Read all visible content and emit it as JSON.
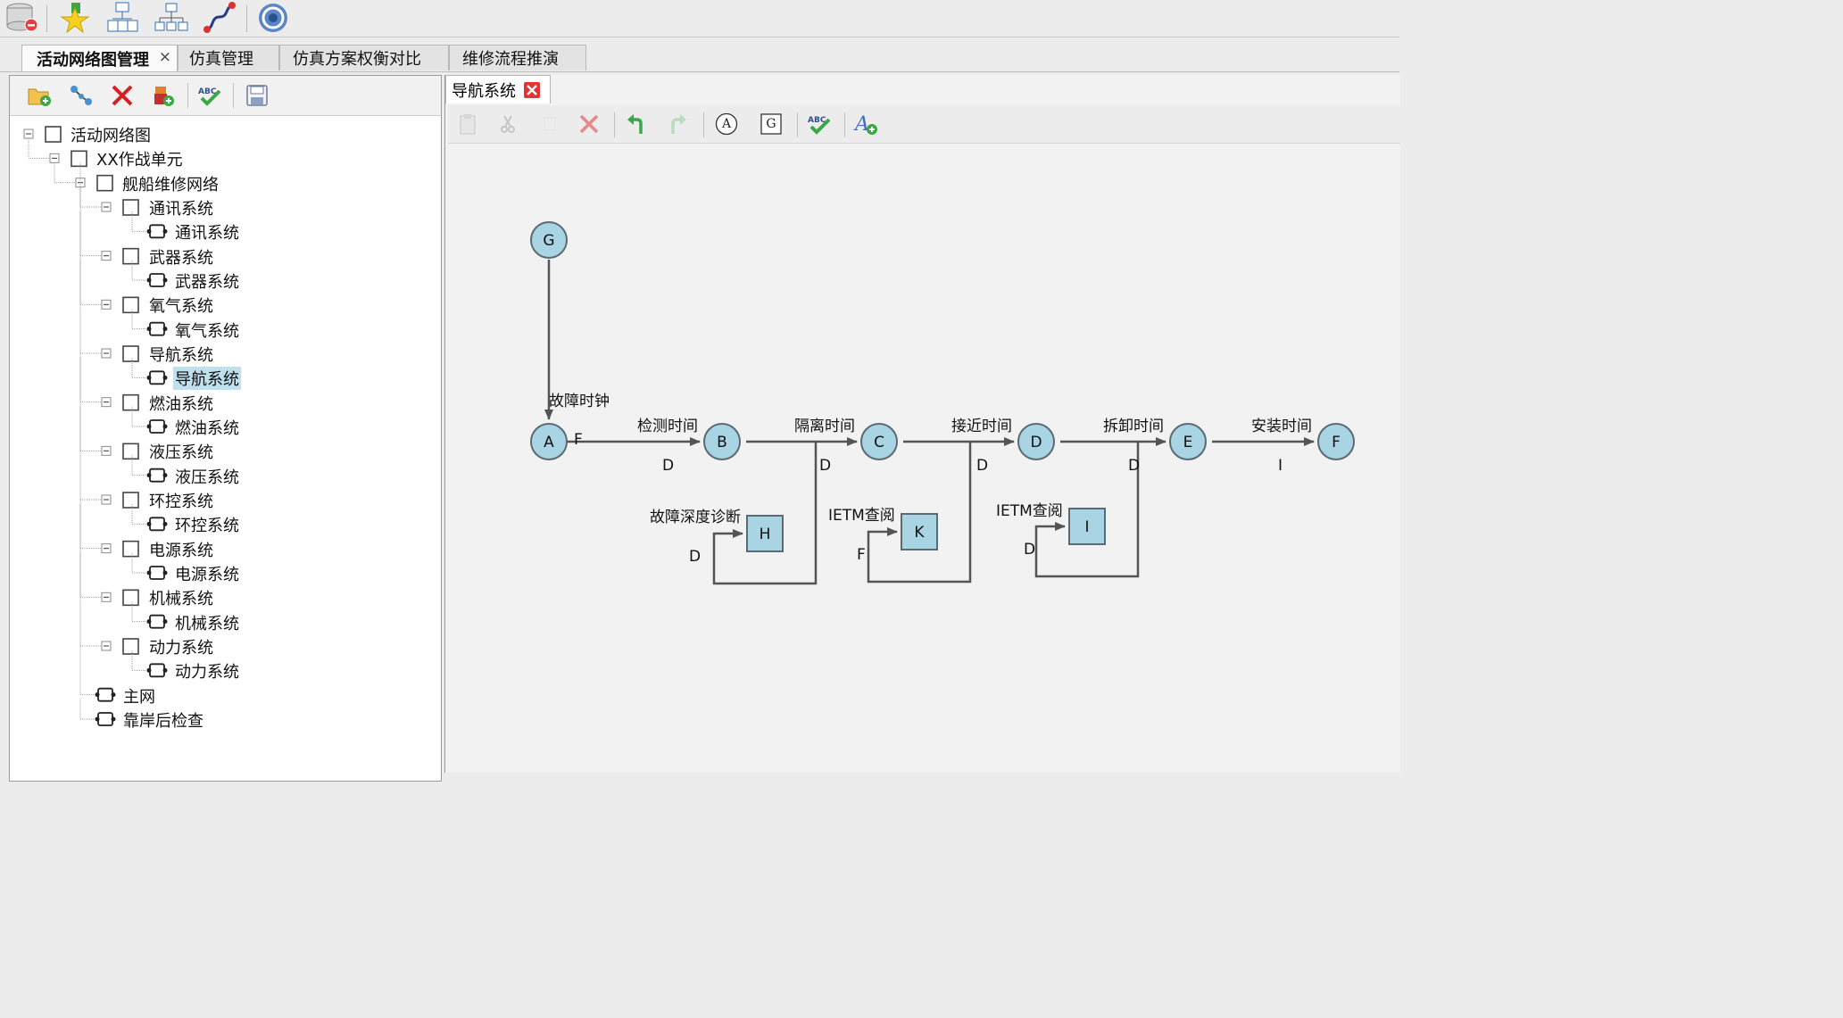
{
  "main_tabs": [
    {
      "label": "活动网络图管理",
      "close": "×"
    },
    {
      "label": "仿真管理"
    },
    {
      "label": "仿真方案权衡对比"
    },
    {
      "label": "维修流程推演"
    }
  ],
  "tree": {
    "root": "活动网络图",
    "unit": "XX作战单元",
    "network": "舰船维修网络",
    "systems": [
      {
        "label": "通讯系统",
        "child": "通讯系统"
      },
      {
        "label": "武器系统",
        "child": "武器系统"
      },
      {
        "label": "氧气系统",
        "child": "氧气系统"
      },
      {
        "label": "导航系统",
        "child": "导航系统"
      },
      {
        "label": "燃油系统",
        "child": "燃油系统"
      },
      {
        "label": "液压系统",
        "child": "液压系统"
      },
      {
        "label": "环控系统",
        "child": "环控系统"
      },
      {
        "label": "电源系统",
        "child": "电源系统"
      },
      {
        "label": "机械系统",
        "child": "机械系统"
      },
      {
        "label": "动力系统",
        "child": "动力系统"
      }
    ],
    "extra": [
      "主网",
      "靠岸后检查"
    ],
    "selected_system": "导航系统"
  },
  "editor_tab": {
    "label": "导航系统"
  },
  "editor_tools": {
    "a_label": "A",
    "g_label": "G"
  },
  "diagram": {
    "nodes": {
      "G": "G",
      "A": "A",
      "B": "B",
      "C": "C",
      "D": "D",
      "E": "E",
      "F": "F"
    },
    "boxes": {
      "H": "H",
      "K": "K",
      "I": "I"
    },
    "edge_labels": {
      "g_a": "故障时钟",
      "a_b": "检测时间",
      "b_c": "隔离时间",
      "c_d": "接近时间",
      "d_e": "拆卸时间",
      "e_f": "安装时间",
      "h": "故障深度诊断",
      "k": "IETM查阅",
      "i": "IETM查阅"
    },
    "dist_labels": {
      "a_f": "F",
      "a_b": "D",
      "b_c": "D",
      "c_d": "D",
      "d_e": "D",
      "e_f": "I",
      "h": "D",
      "k": "F",
      "i": "D"
    }
  },
  "colors": {
    "node_fill": "#a9d4e3",
    "node_stroke": "#5a6b73",
    "edge": "#555555",
    "selection": "#bfe0ee",
    "delete_red": "#d42020"
  }
}
